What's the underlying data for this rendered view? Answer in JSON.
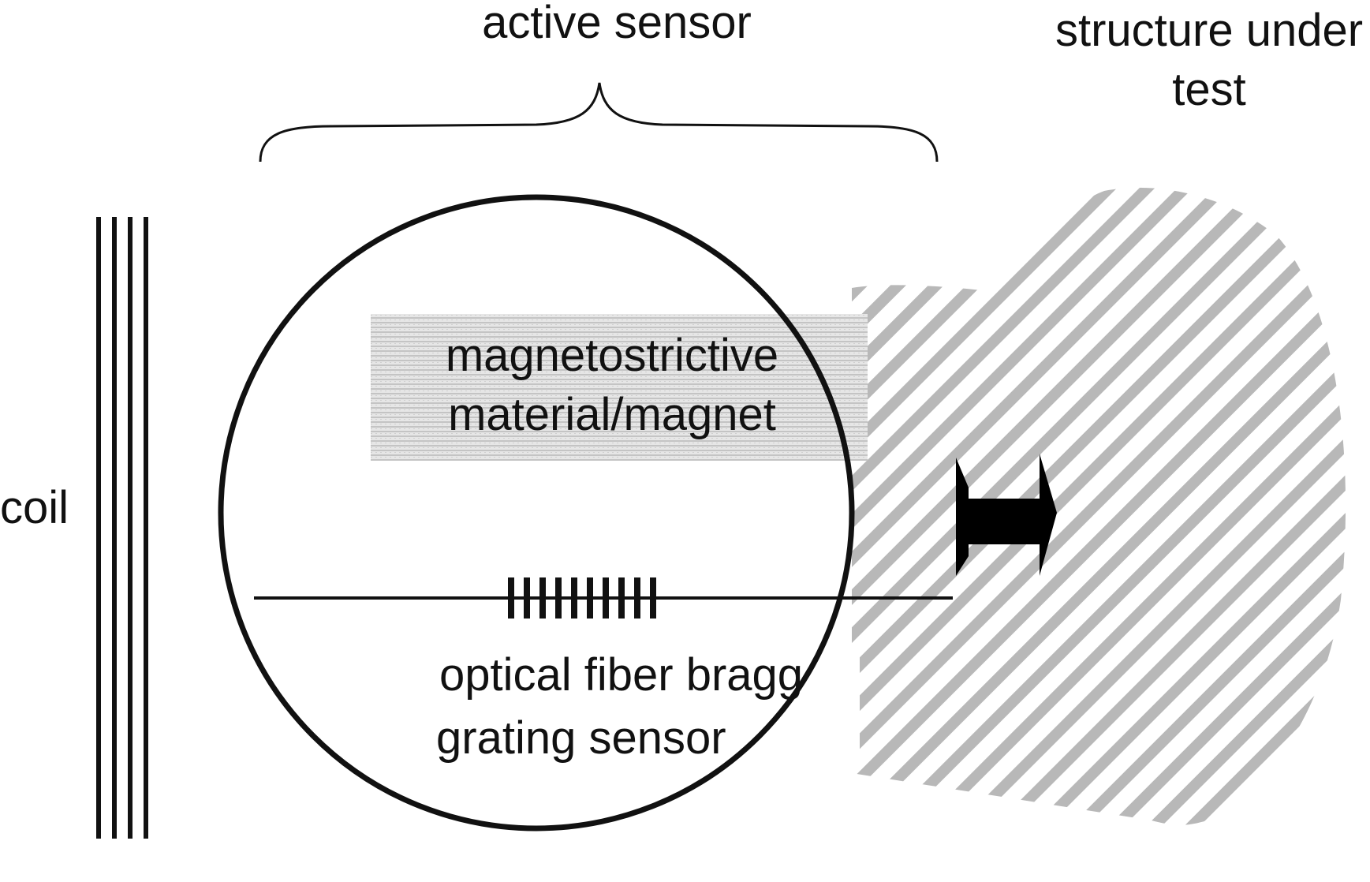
{
  "diagram": {
    "labels": {
      "active_sensor": "active sensor",
      "structure_line1": "structure under",
      "structure_line2": "test",
      "coil": "coil",
      "magnetostrictive_line1": "magnetostrictive",
      "magnetostrictive_line2": "material/magnet",
      "fbg_line1": "optical fiber bragg",
      "fbg_line2": "grating sensor"
    },
    "colors": {
      "ink": "#111111",
      "hatch": "#b8b8b8",
      "material_fill": "#d9d9d9"
    },
    "icons": {
      "coil": "four-vertical-lines",
      "arrow": "double-headed-arrow",
      "grating": "bragg-grating-ticks"
    }
  }
}
